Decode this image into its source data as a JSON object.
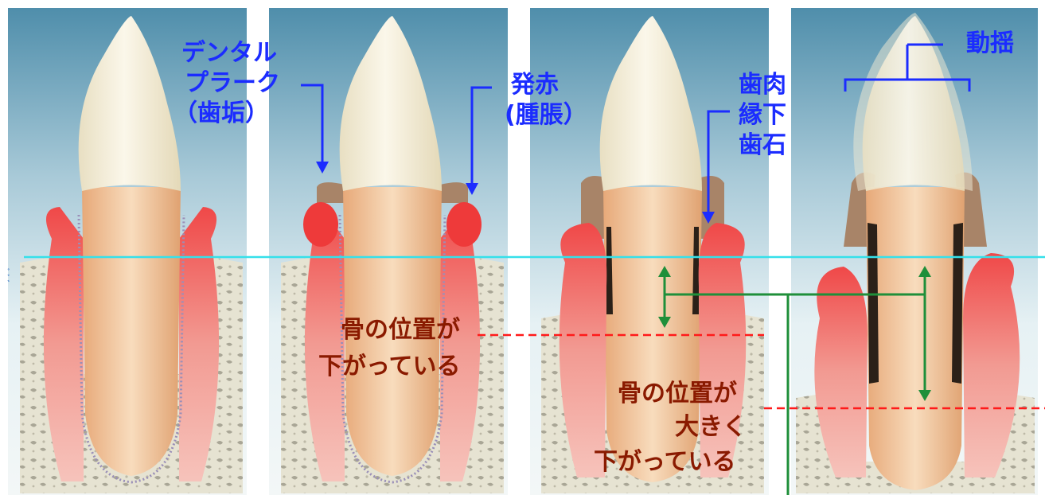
{
  "stages": [
    {
      "name": "stage-healthy"
    },
    {
      "name": "stage-gingivitis"
    },
    {
      "name": "stage-moderate"
    },
    {
      "name": "stage-severe"
    }
  ],
  "labels": {
    "plaque": [
      "デンタル",
      "プラーク",
      "（歯垢）"
    ],
    "redness": [
      "発赤",
      "(腫脹）"
    ],
    "calculus": [
      "歯肉",
      "縁下",
      "歯石"
    ],
    "mobility": "動揺",
    "bone_lowered": [
      "骨の位置が",
      "下がっている"
    ],
    "bone_greatly_lowered": [
      "骨の位置が",
      "大きく",
      "下がっている"
    ],
    "edge_mark": "ﾞ ﾞ ﾞ"
  },
  "colors": {
    "label_blue": "#1b2cff",
    "label_red": "#8a1a00",
    "reference_line": "#35e0ea",
    "measure_green": "#1f8f3a",
    "bone_level_dash": "#ff1a1a",
    "gum_red": "#ee3a3a",
    "enamel": "#f5efdc",
    "root": "#efc096",
    "plaque_brown": "#a88468",
    "calculus_dark": "#2b2018"
  }
}
